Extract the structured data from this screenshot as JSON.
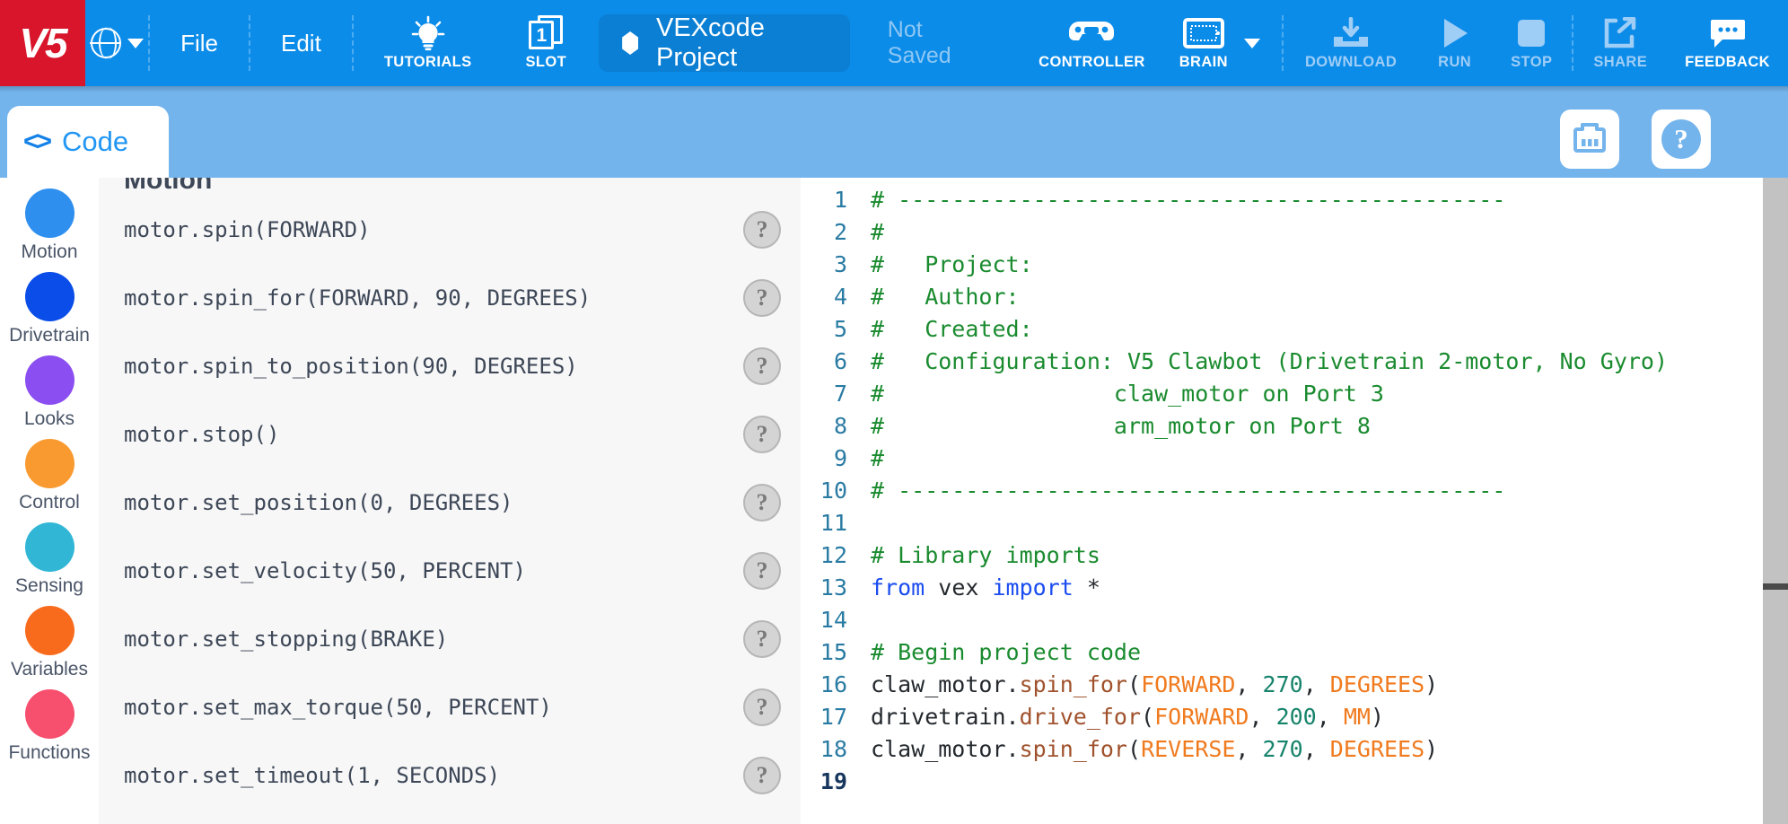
{
  "toolbar": {
    "logo": "V5",
    "language_icon": "globe-icon",
    "menus": [
      "File",
      "Edit"
    ],
    "tutorials_label": "TUTORIALS",
    "slot_label": "SLOT",
    "slot_number": "1",
    "project_name": "VEXcode Project",
    "save_status": "Not Saved",
    "controller_label": "CONTROLLER",
    "brain_label": "BRAIN",
    "download_label": "DOWNLOAD",
    "run_label": "RUN",
    "stop_label": "STOP",
    "share_label": "SHARE",
    "feedback_label": "FEEDBACK",
    "colors": {
      "brand_red": "#d8152a",
      "brand_blue": "#0c8ce9",
      "pill_blue": "#0a7fd4",
      "dim_text": "#9ecdf6"
    }
  },
  "subbar": {
    "code_tab_label": "Code",
    "code_tab_icon": "code-brackets-icon",
    "monitor_button_icon": "devices-monitor-icon",
    "help_button_icon": "question-mark-icon",
    "background": "#74b4ec"
  },
  "sidebar": {
    "items": [
      {
        "label": "Motion",
        "color": "#2f8fef"
      },
      {
        "label": "Drivetrain",
        "color": "#0a4de8"
      },
      {
        "label": "Looks",
        "color": "#8b4ef0"
      },
      {
        "label": "Control",
        "color": "#f99a30"
      },
      {
        "label": "Sensing",
        "color": "#31b6d6"
      },
      {
        "label": "Variables",
        "color": "#f96b1c"
      },
      {
        "label": "Functions",
        "color": "#f74f6e"
      }
    ]
  },
  "command_panel": {
    "header": "Motion",
    "help_glyph": "?",
    "commands": [
      "motor.spin(FORWARD)",
      "motor.spin_for(FORWARD, 90, DEGREES)",
      "motor.spin_to_position(90, DEGREES)",
      "motor.stop()",
      "motor.set_position(0, DEGREES)",
      "motor.set_velocity(50, PERCENT)",
      "motor.set_stopping(BRAKE)",
      "motor.set_max_torque(50, PERCENT)",
      "motor.set_timeout(1, SECONDS)"
    ]
  },
  "editor": {
    "current_line": 19,
    "lines": [
      {
        "n": "1",
        "tokens": [
          {
            "t": "# ---------------------------------------------",
            "c": "c-com"
          }
        ]
      },
      {
        "n": "2",
        "tokens": [
          {
            "t": "#",
            "c": "c-com"
          }
        ]
      },
      {
        "n": "3",
        "tokens": [
          {
            "t": "#   Project:",
            "c": "c-com"
          }
        ]
      },
      {
        "n": "4",
        "tokens": [
          {
            "t": "#   Author:",
            "c": "c-com"
          }
        ]
      },
      {
        "n": "5",
        "tokens": [
          {
            "t": "#   Created:",
            "c": "c-com"
          }
        ]
      },
      {
        "n": "6",
        "tokens": [
          {
            "t": "#   Configuration: V5 Clawbot (Drivetrain 2-motor, No Gyro)",
            "c": "c-com"
          }
        ]
      },
      {
        "n": "7",
        "tokens": [
          {
            "t": "#                 claw_motor on Port 3",
            "c": "c-com"
          }
        ]
      },
      {
        "n": "8",
        "tokens": [
          {
            "t": "#                 arm_motor on Port 8",
            "c": "c-com"
          }
        ]
      },
      {
        "n": "9",
        "tokens": [
          {
            "t": "#",
            "c": "c-com"
          }
        ]
      },
      {
        "n": "10",
        "tokens": [
          {
            "t": "# ---------------------------------------------",
            "c": "c-com"
          }
        ]
      },
      {
        "n": "11",
        "tokens": []
      },
      {
        "n": "12",
        "tokens": [
          {
            "t": "# Library imports",
            "c": "c-com"
          }
        ]
      },
      {
        "n": "13",
        "tokens": [
          {
            "t": "from",
            "c": "c-kw"
          },
          {
            "t": " vex ",
            "c": "c-id"
          },
          {
            "t": "import",
            "c": "c-kw"
          },
          {
            "t": " *",
            "c": "c-id"
          }
        ]
      },
      {
        "n": "14",
        "tokens": []
      },
      {
        "n": "15",
        "tokens": [
          {
            "t": "# Begin project code",
            "c": "c-com"
          }
        ]
      },
      {
        "n": "16",
        "tokens": [
          {
            "t": "claw_motor.",
            "c": "c-id"
          },
          {
            "t": "spin_for",
            "c": "c-met"
          },
          {
            "t": "(",
            "c": "c-id"
          },
          {
            "t": "FORWARD",
            "c": "c-cst"
          },
          {
            "t": ", ",
            "c": "c-id"
          },
          {
            "t": "270",
            "c": "c-num"
          },
          {
            "t": ", ",
            "c": "c-id"
          },
          {
            "t": "DEGREES",
            "c": "c-cst"
          },
          {
            "t": ")",
            "c": "c-id"
          }
        ]
      },
      {
        "n": "17",
        "tokens": [
          {
            "t": "drivetrain.",
            "c": "c-id"
          },
          {
            "t": "drive_for",
            "c": "c-met"
          },
          {
            "t": "(",
            "c": "c-id"
          },
          {
            "t": "FORWARD",
            "c": "c-cst"
          },
          {
            "t": ", ",
            "c": "c-id"
          },
          {
            "t": "200",
            "c": "c-num"
          },
          {
            "t": ", ",
            "c": "c-id"
          },
          {
            "t": "MM",
            "c": "c-cst"
          },
          {
            "t": ")",
            "c": "c-id"
          }
        ]
      },
      {
        "n": "18",
        "tokens": [
          {
            "t": "claw_motor.",
            "c": "c-id"
          },
          {
            "t": "spin_for",
            "c": "c-met"
          },
          {
            "t": "(",
            "c": "c-id"
          },
          {
            "t": "REVERSE",
            "c": "c-cst"
          },
          {
            "t": ", ",
            "c": "c-id"
          },
          {
            "t": "270",
            "c": "c-num"
          },
          {
            "t": ", ",
            "c": "c-id"
          },
          {
            "t": "DEGREES",
            "c": "c-cst"
          },
          {
            "t": ")",
            "c": "c-id"
          }
        ]
      },
      {
        "n": "19",
        "tokens": []
      }
    ],
    "syntax_colors": {
      "comment": "#1a8b2f",
      "keyword": "#1a4cf0",
      "method": "#a0522d",
      "constant": "#f07a1e",
      "number": "#16836b",
      "identifier": "#24292e",
      "line_number": "#2a7ba3"
    }
  }
}
